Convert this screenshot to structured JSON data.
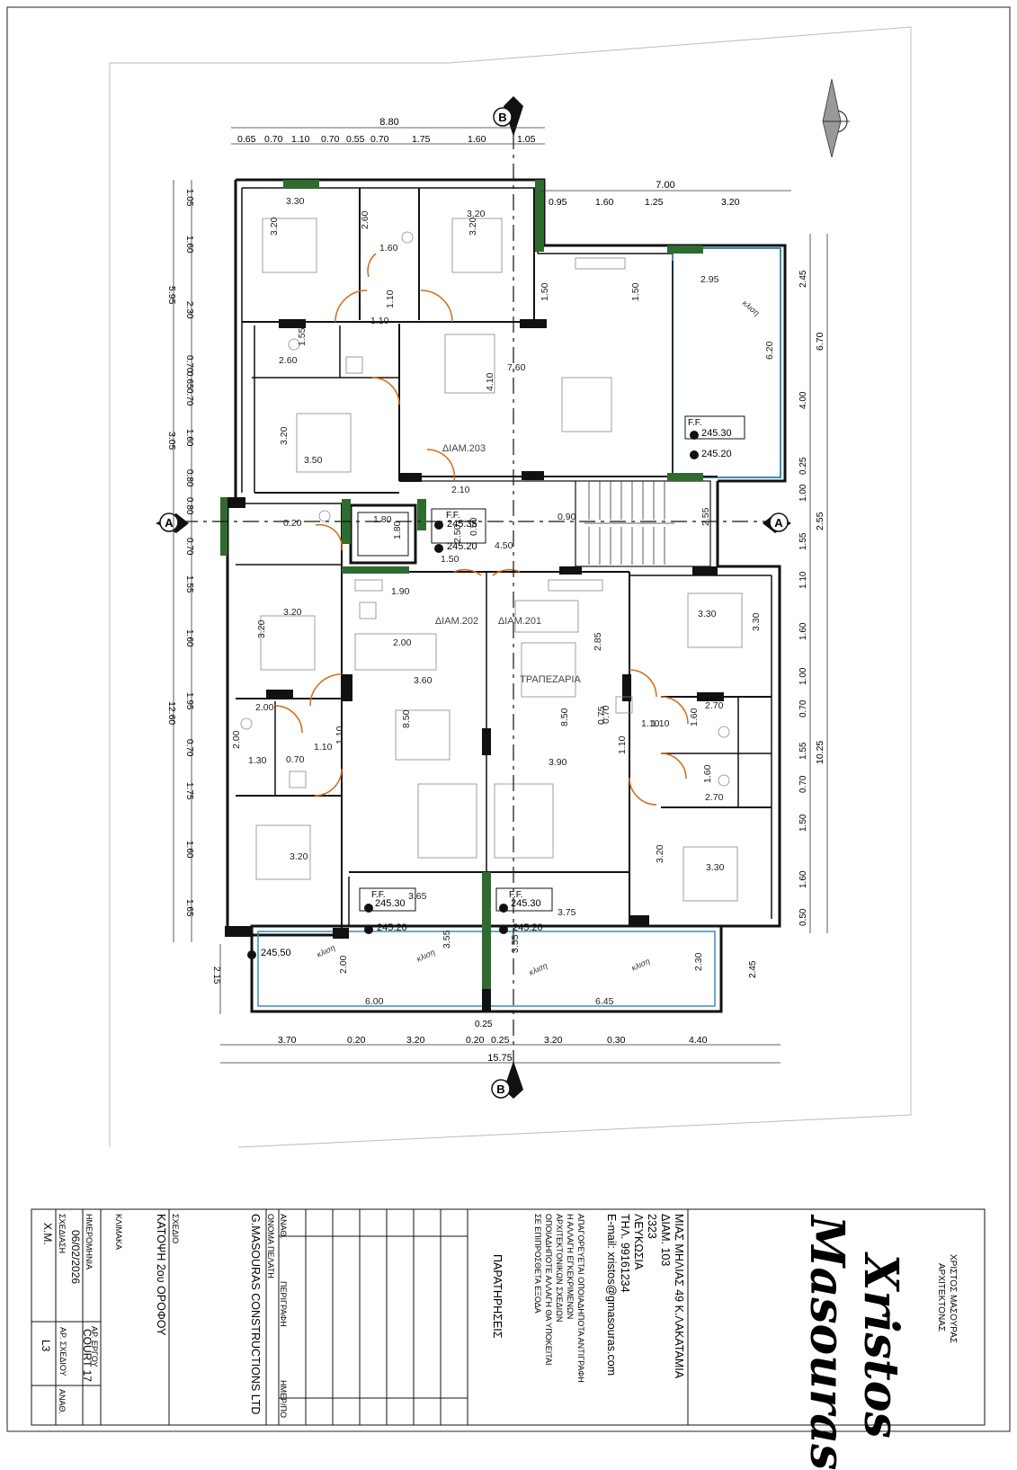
{
  "dimensions": {
    "top_overall": "8.80",
    "top_segments": [
      "0.65",
      "0.70",
      "1.10",
      "0.70",
      "0.55",
      "0.70",
      "1.75",
      "1.60",
      "1.05"
    ],
    "top_right": [
      "7.00"
    ],
    "top_right_segments": [
      "0.95",
      "1.60",
      "1.25",
      "3.20"
    ],
    "left_outer": [
      "5.95",
      "3.05",
      "12.60"
    ],
    "left_inner": [
      "1.05",
      "1.60",
      "2.30",
      "0.70",
      "0.65",
      "0.70",
      "1.60",
      "0.80",
      "0.80",
      "0.70",
      "1.55",
      "1.60",
      "1.95",
      "0.70",
      "1.75",
      "1.60",
      "1.65"
    ],
    "right_outer": [
      "6.70",
      "2.55",
      "10.25"
    ],
    "right_inner": [
      "2.45",
      "4.00",
      "1.00",
      "0.25",
      "1.55",
      "1.10",
      "1.60",
      "1.00",
      "0.70",
      "1.55",
      "0.70",
      "1.50",
      "1.60",
      "0.50",
      "2.45"
    ],
    "bottom_segments": [
      "3.70",
      "0.20",
      "3.20",
      "0.20",
      "0.25",
      "3.20",
      "0.30",
      "4.40"
    ],
    "bottom_overall": "15.75",
    "bottom_small": "0.25",
    "balcony_left_h": "2.15"
  },
  "section_markers": {
    "b": "B",
    "a": "A"
  },
  "units": {
    "u203": "ΔΙΑΜ.203",
    "u202": "ΔΙΑΜ.202",
    "u201": "ΔΙΑΜ.201",
    "dining": "ΤΡΑΠΕΖΑΡΙΑ"
  },
  "room_dims": [
    "3.30",
    "3.20",
    "2.60",
    "1.60",
    "3.20",
    "3.20",
    "1.50",
    "1.50",
    "2.95",
    "7.60",
    "1.10",
    "1.10",
    "2.60",
    "1.55",
    "4.10",
    "6.20",
    "3.20",
    "3.50",
    "2.10",
    "0.20",
    "1.80",
    "1.80",
    "0.50",
    "1.50",
    "4.50",
    "0.90",
    "2.55",
    "1.90",
    "2.00",
    "3.20",
    "3.20",
    "2.00",
    "3.30",
    "2.85",
    "3.30",
    "3.60",
    "8.50",
    "8.50",
    "2.70",
    "1.10",
    "2.00",
    "1.30",
    "0.70",
    "1.10",
    "1.10",
    "3.90",
    "1.10",
    "0.70",
    "1.60",
    "1.60",
    "2.70",
    "3.20",
    "3.20",
    "3.30",
    "3.65",
    "3.75",
    "3.55",
    "2.00",
    "3.55",
    "2.30",
    "6.00",
    "6.45",
    "0.75",
    "1.10",
    "2.50"
  ],
  "levels": {
    "ff_label": "F.F.",
    "ff_a": "245.30",
    "sf_a": "245.20",
    "ff_b": "245.35",
    "sf_b": "245.20",
    "ff_c": "245.30",
    "sf_c": "245.20",
    "ff_d": "245.30",
    "sf_d": "245.20",
    "ext": "245.50"
  },
  "slope_label": "κλιση",
  "title_block": {
    "architect_name": "ΧΡΙΣΤΟΣ ΜΑΣΟΥΡΑΣ",
    "architect_title": "ΑΡΧΙΤΕΚΤΟΝΑΣ",
    "logo_line1": "Xristos",
    "logo_line2": "Masouras",
    "address": [
      "ΜΙΑΣ ΜΗΛΙΑΣ 49 Κ.ΛΑΚΑΤΑΜΙΑ",
      "ΔΙΑΜ. 103",
      "2323",
      "ΛΕΥΚΩΣΙΑ",
      "ΤΗΛ. 99161234",
      "E-mail: xristos@gmasouras.com"
    ],
    "notice": [
      "ΑΠΑΓΟΡΕΥΕΤΑΙ ΟΠΟΙΑΔΗΠΟΤΑ ΑΝΤΙΓΡΑΦΗ",
      "Η ΑΛΛΑΓΗ ΕΓΚΕΚΡΙΜΕΝΩΝ",
      "ΑΡΧΙΤΕΚΤΟΝΙΚΩΝ ΣΧΕΔΙΩΝ",
      "ΟΠΟΙΑΔΗΠΟΤΕ ΑΛΛΑΓΗ ΘΑ ΥΠΟΚΕΙΤΑΙ",
      "ΣΕ ΕΠΙΠΡΟΣΘΕΤΑ ΕΞΟΔΑ"
    ],
    "remarks": "ΠΑΡΑΤΗΡΗΣΕΙΣ",
    "rev_headers": [
      "ΑΝΑΘ.",
      "ΠΕΡΙΓΡΑΦΗ",
      "ΗΜΕΡ/ΠΟ"
    ],
    "client_label": "ΟΝΟΜΑ ΠΕΛΑΤΗ",
    "client_name": "G.MASOURAS CONSTRUCTIONS LTD",
    "drawing_label": "ΣΧΕΔΙΟ",
    "drawing_title": "ΚΑΤΟΨΗ 2ου ΟΡΟΦΟΥ",
    "scale_label": "ΚΛΙΜΑΚΑ",
    "project_no_label": "ΑΡ. ΕΡΓΟΥ",
    "project_no": "COURT 17",
    "date_label": "ΗΜΕΡΟΜΗΝΙΑ",
    "date": "06/02/2026",
    "designer_label": "ΣΧΕΔΙΑΣΗ",
    "designer": "Χ.Μ.",
    "sheet_no_label": "ΑΡ. ΣΧΕΔΙΟΥ",
    "sheet_no": "L3",
    "rev_label": "ΑΝΑΘ."
  }
}
